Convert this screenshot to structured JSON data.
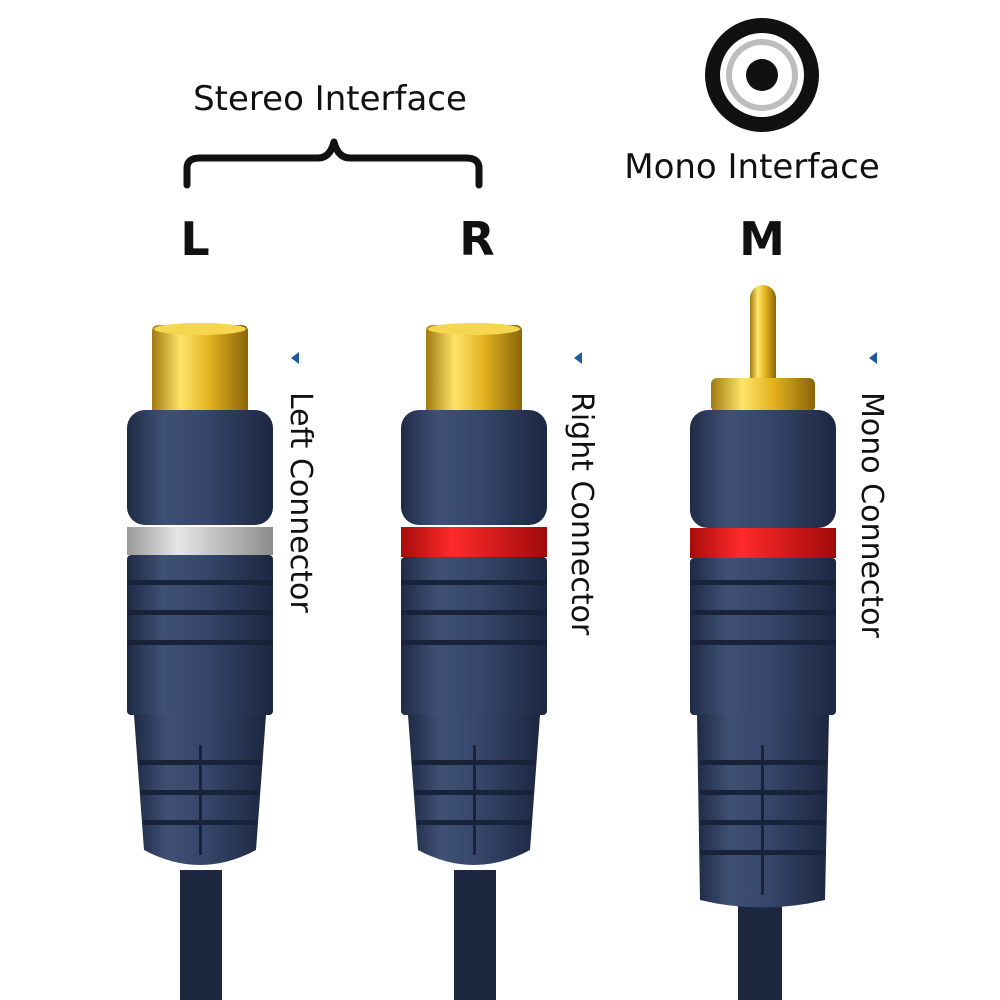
{
  "stereo": {
    "title": "Stereo Interface",
    "left_letter": "L",
    "right_letter": "R",
    "left_caption": "Left Connector",
    "right_caption": "Right Connector"
  },
  "mono": {
    "title": "Mono Interface",
    "letter": "M",
    "caption": "Mono Connector"
  },
  "colors": {
    "body": "#3a4a6a",
    "body_shadow": "#263350",
    "gold": "#e8c22a",
    "left_ring": "#c8c8c8",
    "right_ring": "#e01818",
    "mono_ring": "#e01818",
    "marker": "#1e5a9c"
  }
}
